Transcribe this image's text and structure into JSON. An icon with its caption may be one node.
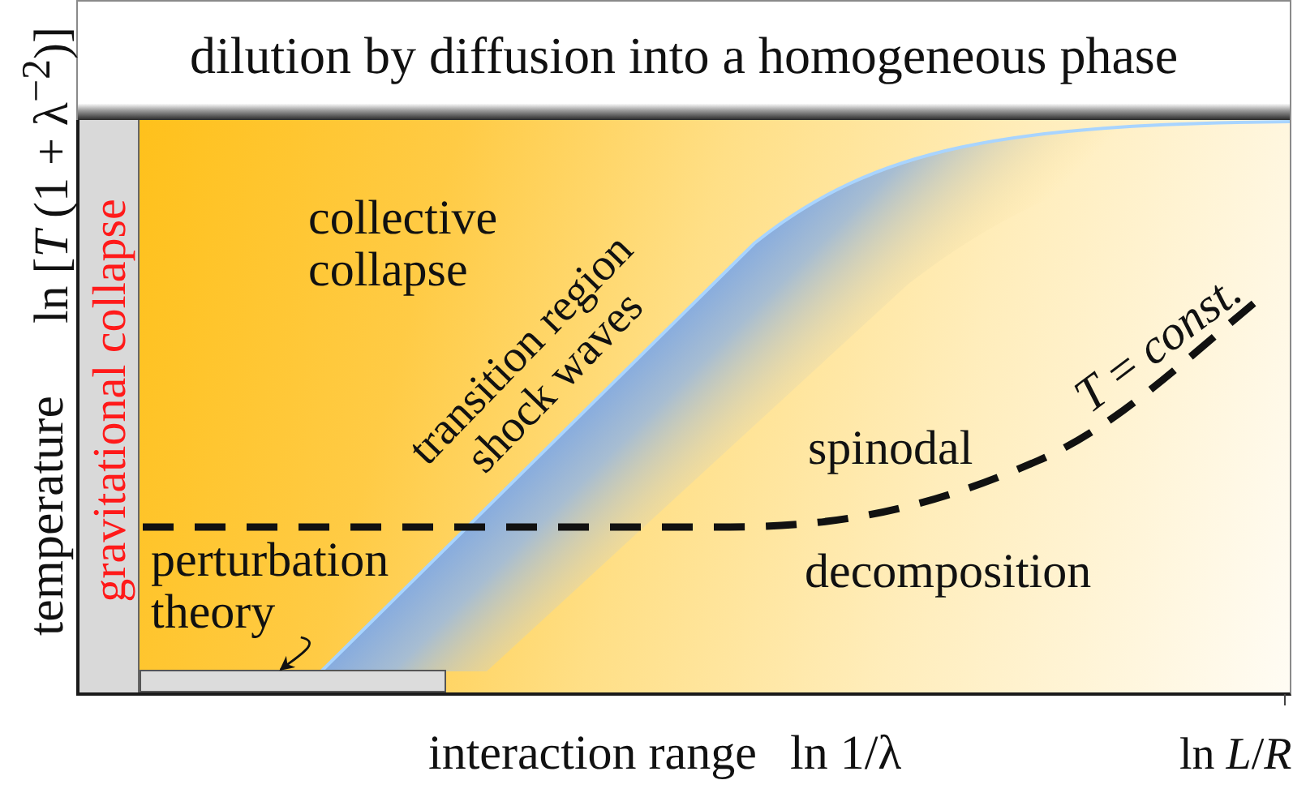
{
  "diagram": {
    "nodes": [
      {
        "text": [
          "dilution by diffusion into a homogeneous phase"
        ]
      },
      {
        "text": [
          "gravitational collapse"
        ]
      },
      {
        "text": [
          "transition region shock waves"
        ]
      },
      {
        "text": [
          "perturbation theory"
        ]
      },
      {
        "text": [],
        "shape": "bar"
      }
    ],
    "edges": [
      {
        "from": 3,
        "to": 4,
        "arrow": "to"
      }
    ],
    "labels": [
      "collective collapse",
      "*T* = *const.*",
      "spinodal",
      "decomposition",
      "temperature",
      "ln [*T* (1 + λ$^{−2}$)]",
      "interaction range",
      "ln 1/λ",
      "ln *L*/*R*"
    ]
  }
}
